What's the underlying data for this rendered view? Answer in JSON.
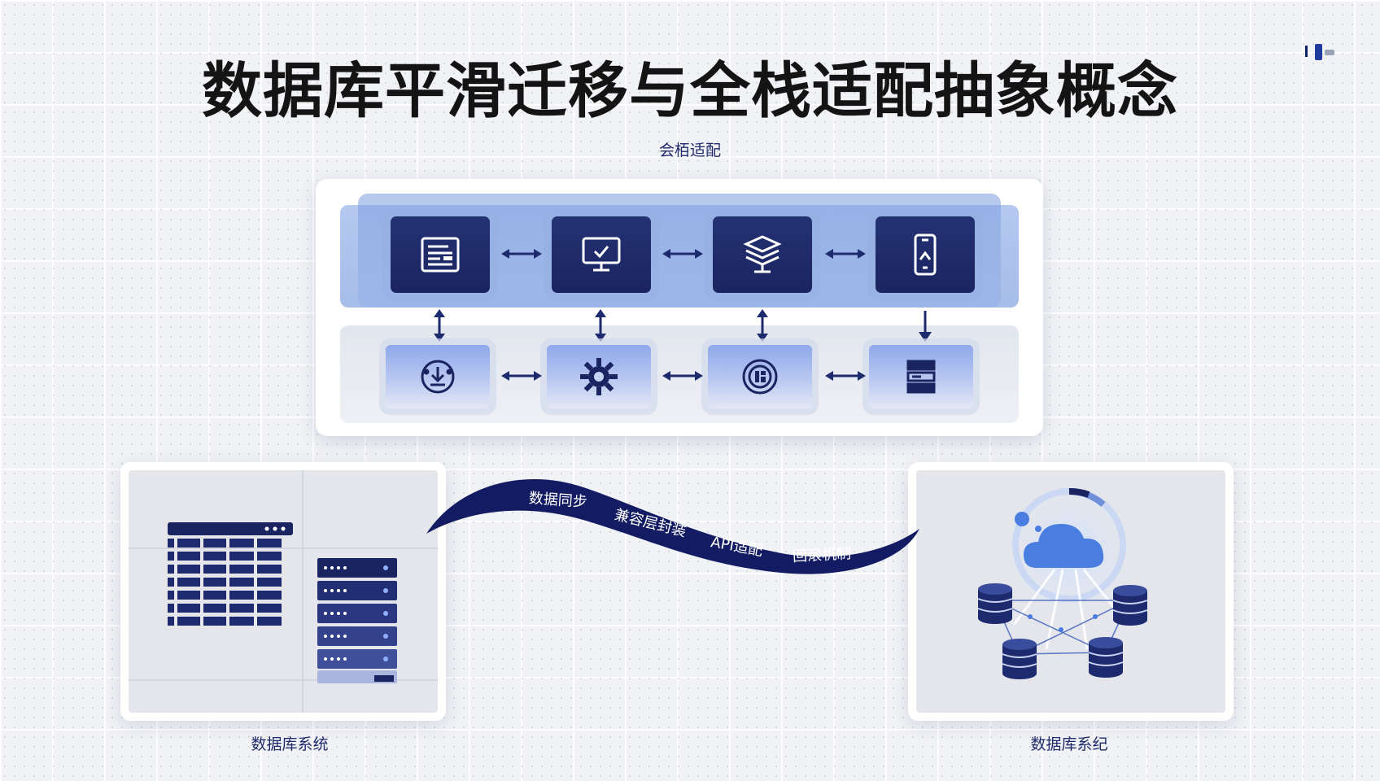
{
  "title": "数据库平滑迁移与全栈适配抽象概念",
  "subtitle": "会栢适配",
  "stack": {
    "top_row_icons": [
      "document-window-icon",
      "monitor-check-icon",
      "database-stack-icon",
      "mobile-phone-icon"
    ],
    "bottom_row_icons": [
      "download-cycle-icon",
      "gear-icon",
      "api-shield-icon",
      "server-rack-icon"
    ]
  },
  "ribbon": {
    "labels": [
      "数据同步",
      "兼容层封装",
      "API适配",
      "回滚机制"
    ],
    "color": "#131c62"
  },
  "left_system": {
    "caption": "数据库系统"
  },
  "right_system": {
    "caption": "数据库系纪"
  },
  "colors": {
    "accent": "#1a2460",
    "highlight": "#4a7de0",
    "tile_light": "#8fa8ea"
  }
}
